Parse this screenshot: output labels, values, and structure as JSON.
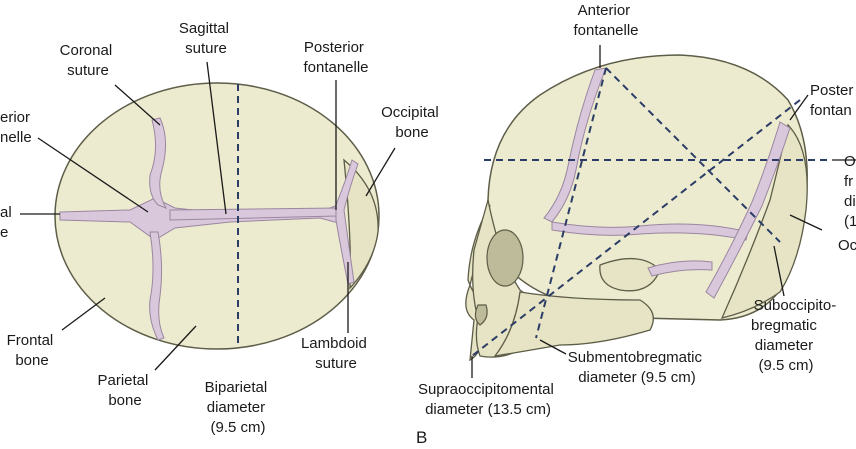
{
  "figure_a": {
    "labels": {
      "anterior_fontanelle": [
        "erior",
        "nelle"
      ],
      "coronal_suture": [
        "Coronal",
        "suture"
      ],
      "sagittal_suture": [
        "Sagittal",
        "suture"
      ],
      "posterior_fontanelle": [
        "Posterior",
        "fontanelle"
      ],
      "occipital_bone": [
        "Occipital",
        "bone"
      ],
      "frontal_suture": [
        "al",
        "e"
      ],
      "frontal_bone": [
        "Frontal",
        "bone"
      ],
      "parietal_bone": [
        "Parietal",
        "bone"
      ],
      "biparietal_diameter": [
        "Biparietal",
        "diameter",
        "(9.5 cm)"
      ],
      "lambdoid_suture": [
        "Lambdoid",
        "suture"
      ]
    }
  },
  "figure_b": {
    "panel_letter": "B",
    "labels": {
      "anterior_fontanelle": [
        "Anterior",
        "fontanelle"
      ],
      "posterior_fontanelle": [
        "Poster",
        "fontan"
      ],
      "occipitofrontal_diameter": [
        "O",
        "fr",
        "di",
        "(1"
      ],
      "occipital_bone": [
        "Oc"
      ],
      "suboccipitobregmatic_diameter": [
        "Suboccipito-",
        "bregmatic",
        "diameter",
        "(9.5 cm)"
      ],
      "submentobregmatic_diameter": [
        "Submentobregmatic",
        "diameter (9.5 cm)"
      ],
      "supraoccipitomental_diameter": [
        "Supraoccipitomental",
        "diameter (13.5 cm)"
      ]
    }
  },
  "colors": {
    "bone": "#ecebcf",
    "suture": "#d9c8db",
    "diameter_line": "#2b3d66"
  }
}
